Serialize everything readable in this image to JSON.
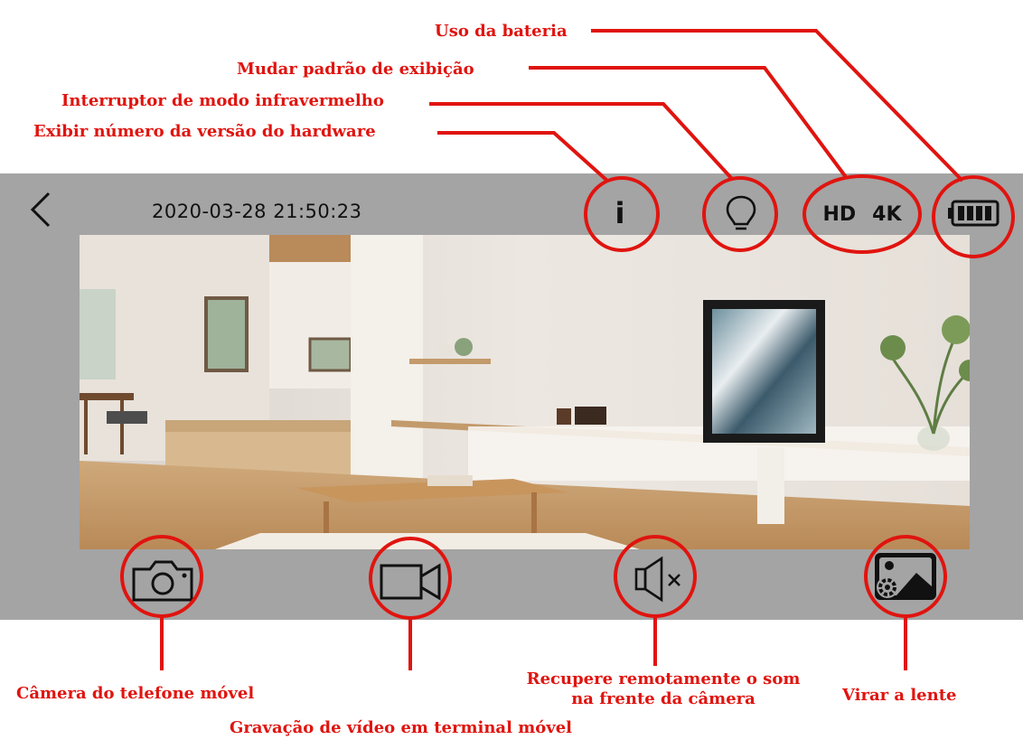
{
  "annotations": {
    "battery_usage": "Uso da bateria",
    "change_display_mode": "Mudar padrão de exibição",
    "infrared_switch": "Interruptor de modo infravermelho",
    "hardware_version": "Exibir número da versão do hardware",
    "phone_camera": "Câmera do telefone móvel",
    "video_recording": "Gravação de vídeo em terminal móvel",
    "remote_sound_line1": "Recupere remotamente o som",
    "remote_sound_line2": "na frente da câmera",
    "flip_lens": "Virar a lente"
  },
  "toolbar": {
    "timestamp": "2020-03-28 21:50:23",
    "info_glyph": "i",
    "hd_label": "HD",
    "four_k_label": "4K"
  },
  "icons": {
    "back": "chevron-left-icon",
    "info": "info-icon",
    "infrared": "lightbulb-icon",
    "battery": "battery-full-icon",
    "camera": "camera-icon",
    "video": "video-camera-icon",
    "mute": "speaker-muted-icon",
    "flip": "image-settings-icon"
  },
  "colors": {
    "annotation": "#e0140f",
    "bar_background": "#a4a4a4"
  }
}
